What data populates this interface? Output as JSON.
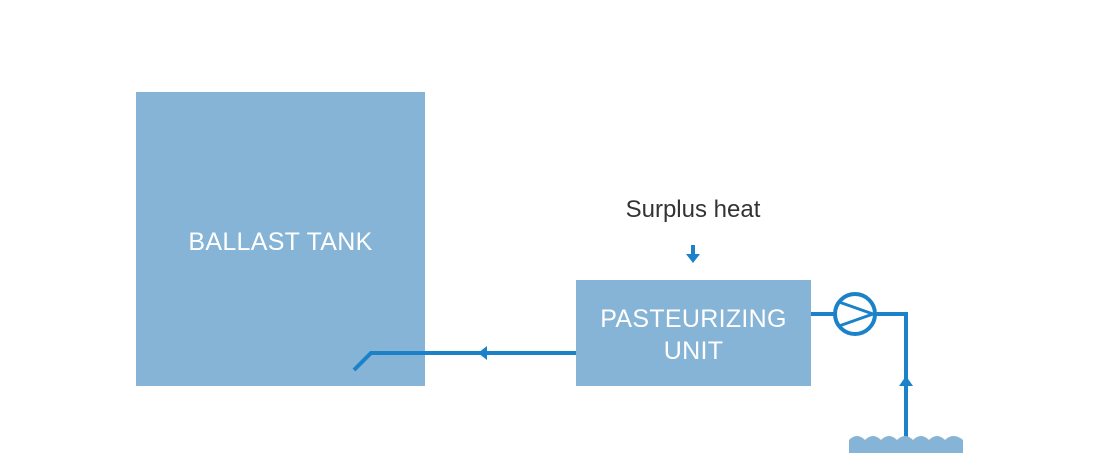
{
  "diagram": {
    "ballast_tank": {
      "label": "BALLAST TANK",
      "fill": "#86b4d6"
    },
    "pasteurizing_unit": {
      "label_line1": "PASTEURIZING",
      "label_line2": "UNIT",
      "fill": "#86b4d6"
    },
    "heat_input": {
      "label": "Surplus heat",
      "arrow_icon": "down-arrow-icon"
    },
    "pipe_color": "#1b82c9",
    "pump_icon": "pump-icon",
    "water_source_icon": "water-surface-icon"
  }
}
